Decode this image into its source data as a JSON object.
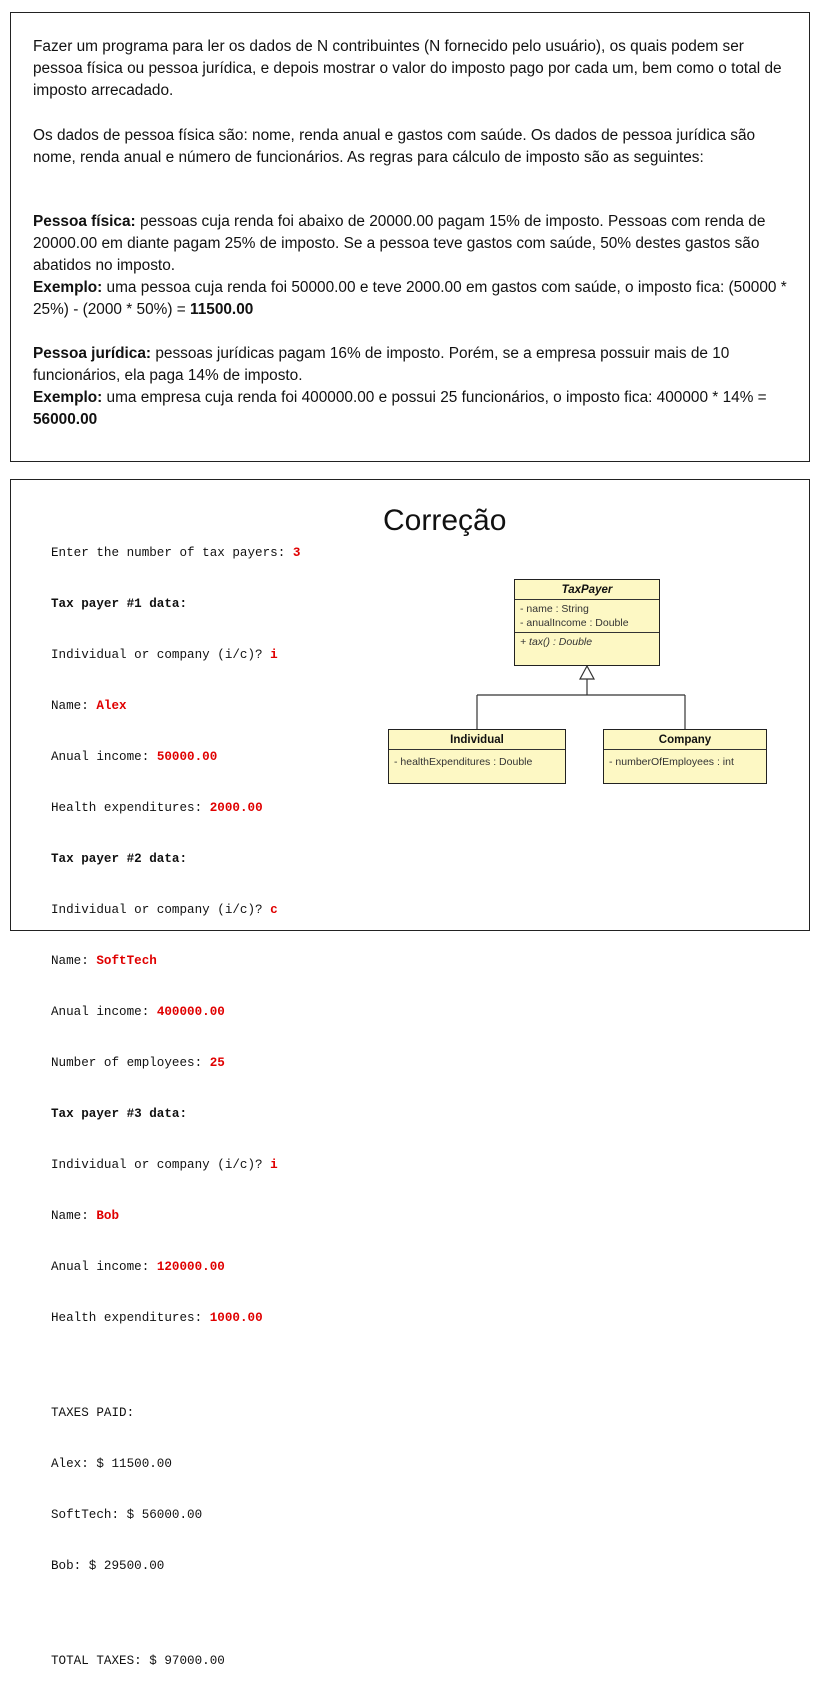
{
  "problem": {
    "p1": "Fazer um programa para ler os dados de N contribuintes (N fornecido pelo usuário), os quais podem ser pessoa física ou pessoa jurídica, e depois mostrar o valor do imposto pago por cada um, bem como o total de imposto arrecadado.",
    "p2": "Os dados de pessoa física são: nome, renda anual e gastos com saúde. Os dados de pessoa jurídica são nome, renda anual e número de funcionários. As regras para cálculo de imposto são as seguintes:",
    "pf_label": "Pessoa física:",
    "pf_text": " pessoas cuja renda foi abaixo de 20000.00 pagam 15% de imposto. Pessoas com renda de 20000.00 em diante pagam 25% de imposto. Se a pessoa teve gastos com saúde, 50% destes gastos são abatidos no imposto.",
    "pf_ex_label": "Exemplo:",
    "pf_ex_text": " uma pessoa cuja renda foi 50000.00 e teve 2000.00 em gastos com saúde, o imposto fica: (50000 * 25%) - (2000 * 50%) = ",
    "pf_ex_result": "11500.00",
    "pj_label": "Pessoa jurídica:",
    "pj_text": " pessoas jurídicas pagam 16% de imposto. Porém, se a empresa possuir mais de 10 funcionários, ela paga 14% de imposto.",
    "pj_ex_label": "Exemplo:",
    "pj_ex_text": " uma  empresa  cuja  renda foi 400000.00 e possui 25 funcionários, o imposto fica: 400000 * 14% = ",
    "pj_ex_result": "56000.00"
  },
  "console": {
    "l1_prompt": "Enter the number of tax payers: ",
    "l1_input": "3",
    "tp1_header": "Tax payer #1 data:",
    "tp1_type_prompt": "Individual or company (i/c)? ",
    "tp1_type_input": "i",
    "tp1_name_prompt": "Name: ",
    "tp1_name_input": "Alex",
    "tp1_income_prompt": "Anual income: ",
    "tp1_income_input": "50000.00",
    "tp1_extra_prompt": "Health expenditures: ",
    "tp1_extra_input": "2000.00",
    "tp2_header": "Tax payer #2 data:",
    "tp2_type_prompt": "Individual or company (i/c)? ",
    "tp2_type_input": "c",
    "tp2_name_prompt": "Name: ",
    "tp2_name_input": "SoftTech",
    "tp2_income_prompt": "Anual income: ",
    "tp2_income_input": "400000.00",
    "tp2_extra_prompt": "Number of employees: ",
    "tp2_extra_input": "25",
    "tp3_header": "Tax payer #3 data:",
    "tp3_type_prompt": "Individual or company (i/c)? ",
    "tp3_type_input": "i",
    "tp3_name_prompt": "Name: ",
    "tp3_name_input": "Bob",
    "tp3_income_prompt": "Anual income: ",
    "tp3_income_input": "120000.00",
    "tp3_extra_prompt": "Health expenditures: ",
    "tp3_extra_input": "1000.00",
    "taxes_header": "TAXES PAID:",
    "tax1": "Alex: $ 11500.00",
    "tax2": "SoftTech: $ 56000.00",
    "tax3": "Bob: $ 29500.00",
    "total": "TOTAL TAXES: $ 97000.00"
  },
  "diagram": {
    "title": "Correção",
    "taxpayer": {
      "name": "TaxPayer",
      "attr1": "- name : String",
      "attr2": "- anualIncome : Double",
      "method": "+ tax() : Double"
    },
    "individual": {
      "name": "Individual",
      "attr": "- healthExpenditures : Double"
    },
    "company": {
      "name": "Company",
      "attr": "- numberOfEmployees : int"
    }
  },
  "colors": {
    "input": "#e00000",
    "uml_fill": "#fdf8c4"
  }
}
